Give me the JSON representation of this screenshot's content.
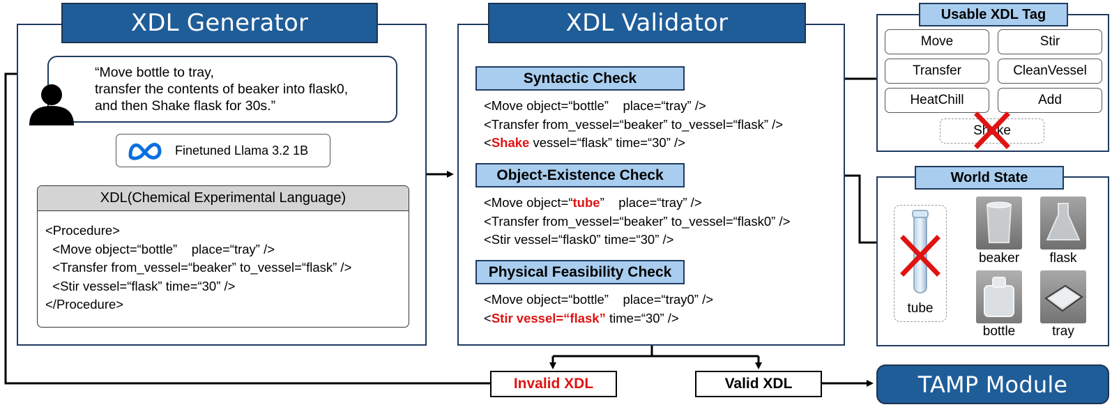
{
  "generator": {
    "title": "XDL Generator",
    "prompt": {
      "lines": [
        "“Move bottle to tray,",
        "transfer the contents of beaker into flask0,",
        "and then Shake flask for 30s.”"
      ]
    },
    "model": {
      "label": "Finetuned Llama 3.2 1B",
      "icon": "meta-logo-icon"
    },
    "xdl_box": {
      "title": "XDL(Chemical Experimental Language)",
      "lines": [
        "<Procedure>",
        "  <Move object=“bottle”    place=“tray” />",
        "  <Transfer from_vessel=“beaker” to_vessel=“flask” />",
        "  <Stir vessel=“flask” time=“30” />",
        "</Procedure>"
      ]
    }
  },
  "validator": {
    "title": "XDL Validator",
    "checks": [
      {
        "title": "Syntactic Check",
        "lines": [
          [
            {
              "t": "<Move object=“bottle”    place=“tray” />"
            }
          ],
          [
            {
              "t": "<Transfer from_vessel=“beaker” to_vessel=“flask” />"
            }
          ],
          [
            {
              "t": "<"
            },
            {
              "t": "Shake",
              "err": true
            },
            {
              "t": " vessel=“flask” time=“30” />"
            }
          ]
        ]
      },
      {
        "title": "Object-Existence Check",
        "lines": [
          [
            {
              "t": "<Move object=“"
            },
            {
              "t": "tube",
              "err": true
            },
            {
              "t": "”    place=“tray” />"
            }
          ],
          [
            {
              "t": "<Transfer from_vessel=“beaker” to_vessel=“flask0” />"
            }
          ],
          [
            {
              "t": "<Stir vessel=“flask0” time=“30” />"
            }
          ]
        ]
      },
      {
        "title": "Physical Feasibility Check",
        "lines": [
          [
            {
              "t": "<Move object=“bottle”    place=“tray0” />"
            }
          ],
          [
            {
              "t": "<"
            },
            {
              "t": "Stir vessel=“flask”",
              "err": true
            },
            {
              "t": " time=“30” />"
            }
          ]
        ]
      }
    ]
  },
  "usable_tags": {
    "title": "Usable XDL Tag",
    "tags": [
      "Move",
      "Stir",
      "Transfer",
      "CleanVessel",
      "HeatChill",
      "Add"
    ],
    "rejected_tag": "Shake"
  },
  "world_state": {
    "title": "World State",
    "missing_object": "tube",
    "objects": [
      "beaker",
      "flask",
      "bottle",
      "tray"
    ]
  },
  "outputs": {
    "invalid": "Invalid XDL",
    "valid": "Valid XDL",
    "tamp": "TAMP Module"
  },
  "colors": {
    "banner": "#1f5d99",
    "subheader": "#a9cdee",
    "error": "#e01313"
  }
}
